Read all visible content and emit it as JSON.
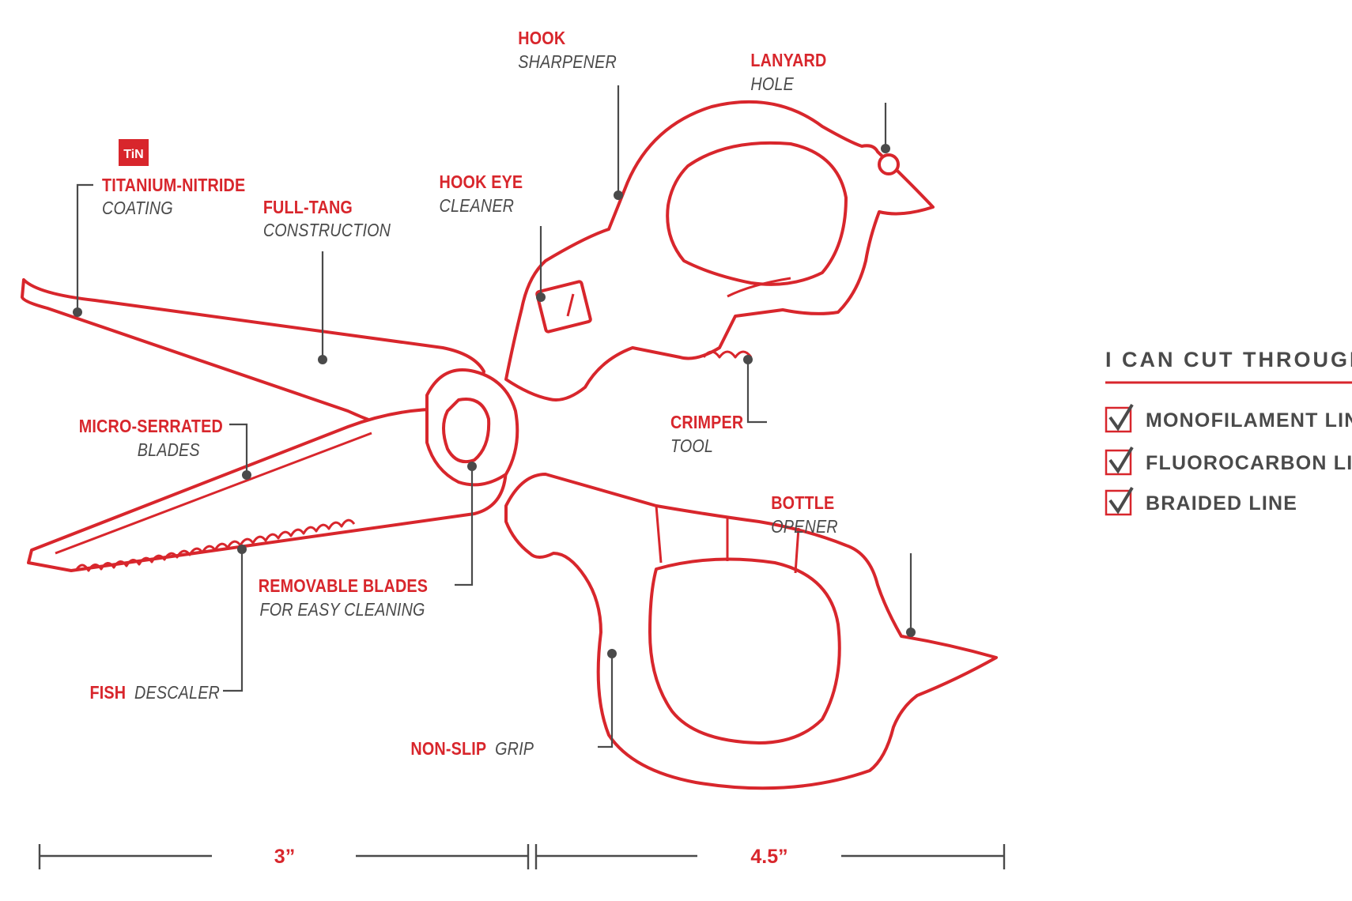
{
  "badge": "TiN",
  "callouts": {
    "coating": {
      "line1": "TITANIUM-NITRIDE",
      "line2": "COATING"
    },
    "tang": {
      "line1": "FULL-TANG",
      "line2": "CONSTRUCTION"
    },
    "serrated": {
      "line1": "MICRO-SERRATED",
      "line2": "BLADES"
    },
    "descaler": {
      "part1": "FISH",
      "part2": "DESCALER"
    },
    "removable": {
      "line1": "REMOVABLE BLADES",
      "line2": "FOR EASY CLEANING"
    },
    "hook_sharpener": {
      "line1": "HOOK",
      "line2": "SHARPENER"
    },
    "hook_eye": {
      "line1": "HOOK EYE",
      "line2": "CLEANER"
    },
    "lanyard": {
      "line1": "LANYARD",
      "line2": "HOLE"
    },
    "crimper": {
      "line1": "CRIMPER",
      "line2": "TOOL"
    },
    "bottle": {
      "line1": "BOTTLE",
      "line2": "OPENER"
    },
    "grip": {
      "part1": "NON-SLIP",
      "part2": "GRIP"
    }
  },
  "dimensions": {
    "blade": "3”",
    "handle": "4.5”"
  },
  "legend": {
    "title": "I CAN CUT THROUGH",
    "items": [
      "MONOFILAMENT LINE",
      "FLUOROCARBON LINE",
      "BRAIDED LINE"
    ]
  },
  "colors": {
    "accent": "#d8262c",
    "text": "#4a4a4a"
  }
}
